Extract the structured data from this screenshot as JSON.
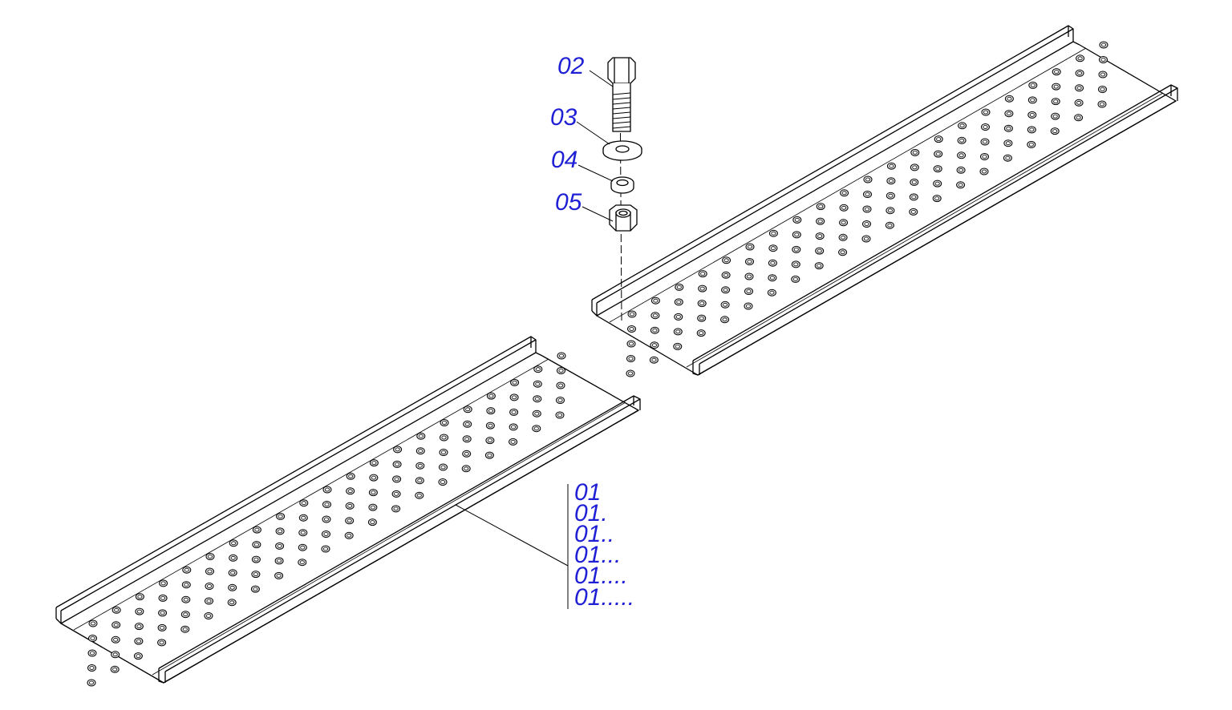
{
  "colors": {
    "callout": "#1f1fd6",
    "line": "#000000",
    "background": "#ffffff"
  },
  "callouts": {
    "bolt": "02",
    "washer": "03",
    "lock_washer": "04",
    "nut": "05"
  },
  "tray_callouts": [
    "01",
    "01.",
    "01..",
    "01...",
    "01....",
    "01....."
  ]
}
